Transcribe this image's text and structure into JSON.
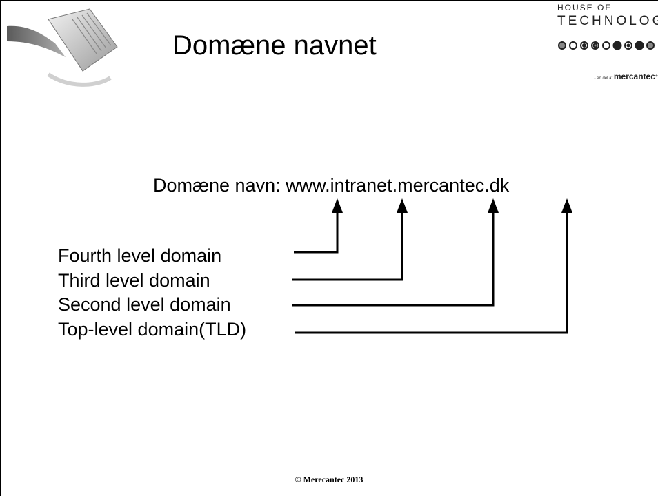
{
  "slide": {
    "title": "Domæne navnet",
    "domain_label": "Domæne navn: www.intranet.mercantec.dk",
    "levels": [
      "Fourth level domain",
      "Third level domain",
      "Second level domain",
      "Top-level domain(TLD)"
    ],
    "footer": "© Merecantec 2013"
  },
  "logo": {
    "line1": "HOUSE OF",
    "line2": "TECHNOLOGY",
    "sub_prefix": "- en del af",
    "brand": "mercantec"
  },
  "colors": {
    "text": "#000000",
    "background": "#ffffff"
  }
}
